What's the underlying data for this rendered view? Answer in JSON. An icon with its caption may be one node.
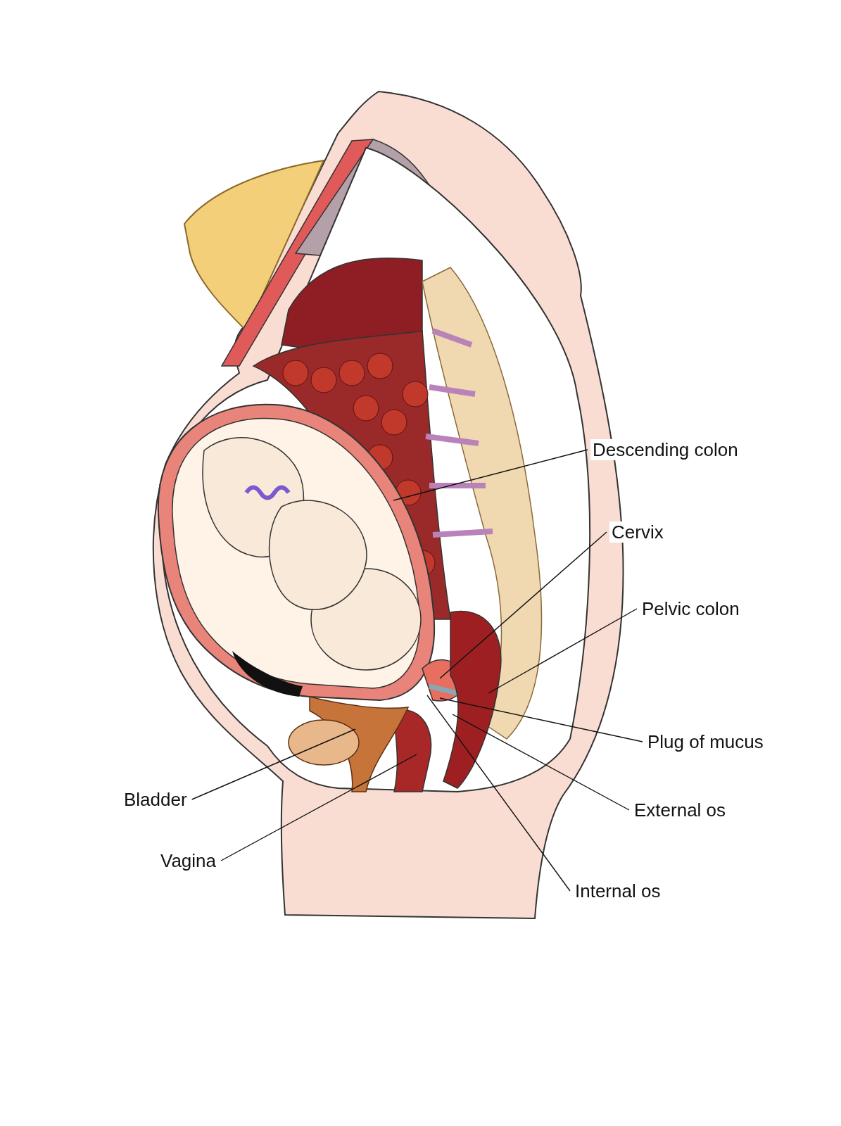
{
  "diagram": {
    "nodes": [
      {
        "text": [
          "Descending colon"
        ]
      },
      {
        "text": [
          "Cervix"
        ]
      },
      {
        "text": [
          "Pelvic colon"
        ]
      },
      {
        "text": [
          "Plug of mucus"
        ]
      },
      {
        "text": [
          "External os"
        ]
      },
      {
        "text": [
          "Internal os"
        ]
      },
      {
        "text": [
          "Bladder"
        ]
      },
      {
        "text": [
          "Vagina"
        ]
      }
    ],
    "edges": [
      {
        "from": 0,
        "to": null,
        "arrow": "none"
      },
      {
        "from": 1,
        "to": null,
        "arrow": "none"
      },
      {
        "from": 2,
        "to": null,
        "arrow": "none"
      },
      {
        "from": 3,
        "to": null,
        "arrow": "none"
      },
      {
        "from": 4,
        "to": null,
        "arrow": "none"
      },
      {
        "from": 5,
        "to": null,
        "arrow": "none"
      },
      {
        "from": 6,
        "to": null,
        "arrow": "none"
      },
      {
        "from": 7,
        "to": null,
        "arrow": "none"
      }
    ]
  }
}
